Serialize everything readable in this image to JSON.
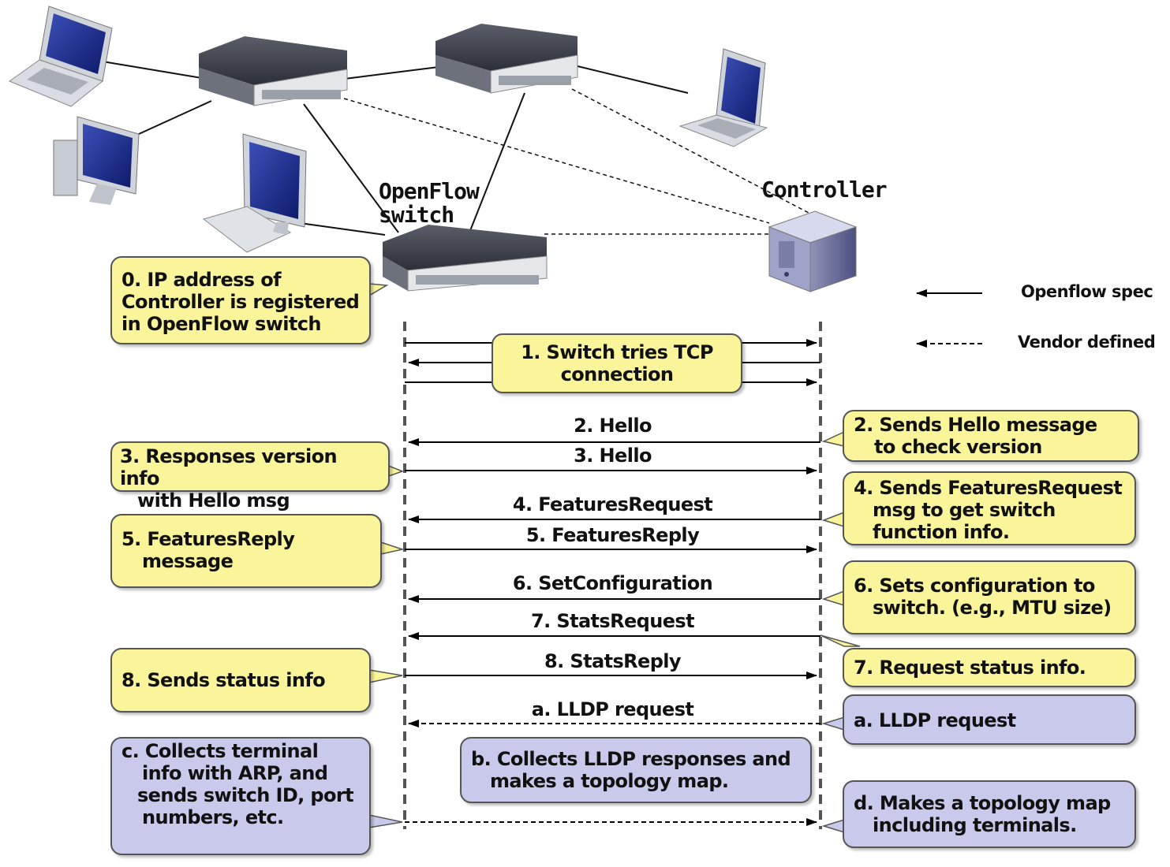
{
  "titles": {
    "switch": "OpenFlow\nswitch",
    "controller": "Controller"
  },
  "legend": {
    "openflow": "Openflow spec",
    "vendor": "Vendor defined"
  },
  "messages": [
    {
      "label": "1. Switch tries TCP connection"
    },
    {
      "label": "2. Hello"
    },
    {
      "label": "3. Hello"
    },
    {
      "label": "4. FeaturesRequest"
    },
    {
      "label": "5. FeaturesReply"
    },
    {
      "label": "6. SetConfiguration"
    },
    {
      "label": "7. StatsRequest"
    },
    {
      "label": "8. StatsReply"
    },
    {
      "label": "a. LLDP request"
    }
  ],
  "callouts": {
    "c0": [
      "0. IP address of",
      "Controller is registered",
      "in OpenFlow switch"
    ],
    "c2": [
      "2. Sends Hello message",
      "to check version"
    ],
    "c3": [
      "3. Responses version info",
      "with Hello msg"
    ],
    "c4": [
      "4. Sends FeaturesRequest",
      "msg to get switch",
      "function info."
    ],
    "c5": [
      "5. FeaturesReply",
      "message"
    ],
    "c6": [
      "6. Sets configuration to",
      "switch. (e.g., MTU size)"
    ],
    "c7": [
      "7. Request status info."
    ],
    "c8": [
      "8. Sends status info"
    ],
    "ca": [
      "a. LLDP request"
    ],
    "cb": [
      "b. Collects LLDP responses and",
      "makes a topology map."
    ],
    "cc": [
      "c. Collects terminal",
      "info with ARP, and",
      "sends switch ID, port",
      "numbers, etc."
    ],
    "cd": [
      "d. Makes a topology map",
      "including terminals."
    ]
  },
  "colors": {
    "callout_yellow": "#faf49a",
    "callout_blue": "#c9caeb",
    "line": "#000000",
    "lifeline": "#555555"
  }
}
